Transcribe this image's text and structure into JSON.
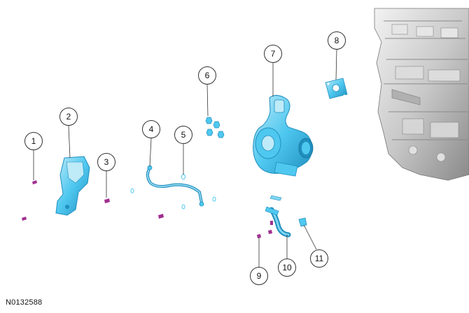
{
  "callouts": [
    {
      "label": "1"
    },
    {
      "label": "2"
    },
    {
      "label": "3"
    },
    {
      "label": "4"
    },
    {
      "label": "5"
    },
    {
      "label": "6"
    },
    {
      "label": "7"
    },
    {
      "label": "8"
    },
    {
      "label": "9"
    },
    {
      "label": "10"
    },
    {
      "label": "11"
    }
  ],
  "figure_code": "N0132588",
  "colors": {
    "part_fill": "#4fc8ef",
    "part_light": "#bfeaf8",
    "part_dark": "#1f8fbf",
    "fastener": "#a0308f",
    "engine_gray": "#c9c9c9",
    "line": "#333333"
  }
}
